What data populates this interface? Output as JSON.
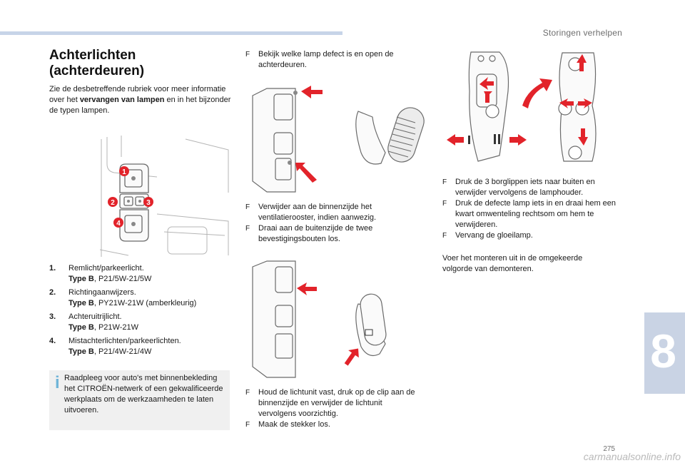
{
  "header": {
    "section": "Storingen verhelpen",
    "chapter": "8",
    "page_number": "275",
    "watermark": "carmanualsonline.info"
  },
  "title": {
    "line1": "Achterlichten",
    "line2": "(achterdeuren)"
  },
  "intro": {
    "before": "Zie de desbetreffende rubriek voor meer informatie over het ",
    "bold": "vervangen van lampen",
    "after": " en in het bijzonder de typen lampen."
  },
  "figure1": {
    "callouts": [
      "1",
      "2",
      "3",
      "4"
    ]
  },
  "lamps": [
    {
      "num": "1.",
      "name": "Remlicht/parkeerlicht.",
      "type_label": "Type B",
      "type_value": ", P21/5W-21/5W"
    },
    {
      "num": "2.",
      "name": "Richtingaanwijzers.",
      "type_label": "Type B",
      "type_value": ", PY21W-21W (amberkleurig)"
    },
    {
      "num": "3.",
      "name": "Achteruitrijlicht.",
      "type_label": "Type B",
      "type_value": ", P21W-21W"
    },
    {
      "num": "4.",
      "name": "Mistachterlichten/parkeerlichten.",
      "type_label": "Type B",
      "type_value": ", P21/4W-21/4W"
    }
  ],
  "info": {
    "text": "Raadpleeg voor auto's met binnenbekleding het CITROËN-netwerk of een gekwalificeerde werkplaats om de werkzaamheden te laten uitvoeren."
  },
  "bullet": "F",
  "steps_col2_top": [
    "Bekijk welke lamp defect is en open de achterdeuren."
  ],
  "steps_col2_mid": [
    "Verwijder aan de binnenzijde het ventilatierooster, indien aanwezig.",
    "Draai aan de buitenzijde de twee bevestigingsbouten los."
  ],
  "steps_col2_bottom": [
    "Houd de lichtunit vast, druk op de clip aan de binnenzijde en verwijder de lichtunit vervolgens voorzichtig.",
    "Maak de stekker los."
  ],
  "steps_col3": [
    "Druk de 3 borglippen iets naar buiten en verwijder vervolgens de lamphouder.",
    "Druk de defecte lamp iets in en draai hem een kwart omwenteling rechtsom om hem te verwijderen.",
    "Vervang de gloeilamp."
  ],
  "closing": "Voer het monteren uit in de omgekeerde volgorde van demonteren.",
  "colors": {
    "accent_red": "#e2232a",
    "tab_blue": "#c9d3e4",
    "info_blue": "#6fb4d8"
  }
}
